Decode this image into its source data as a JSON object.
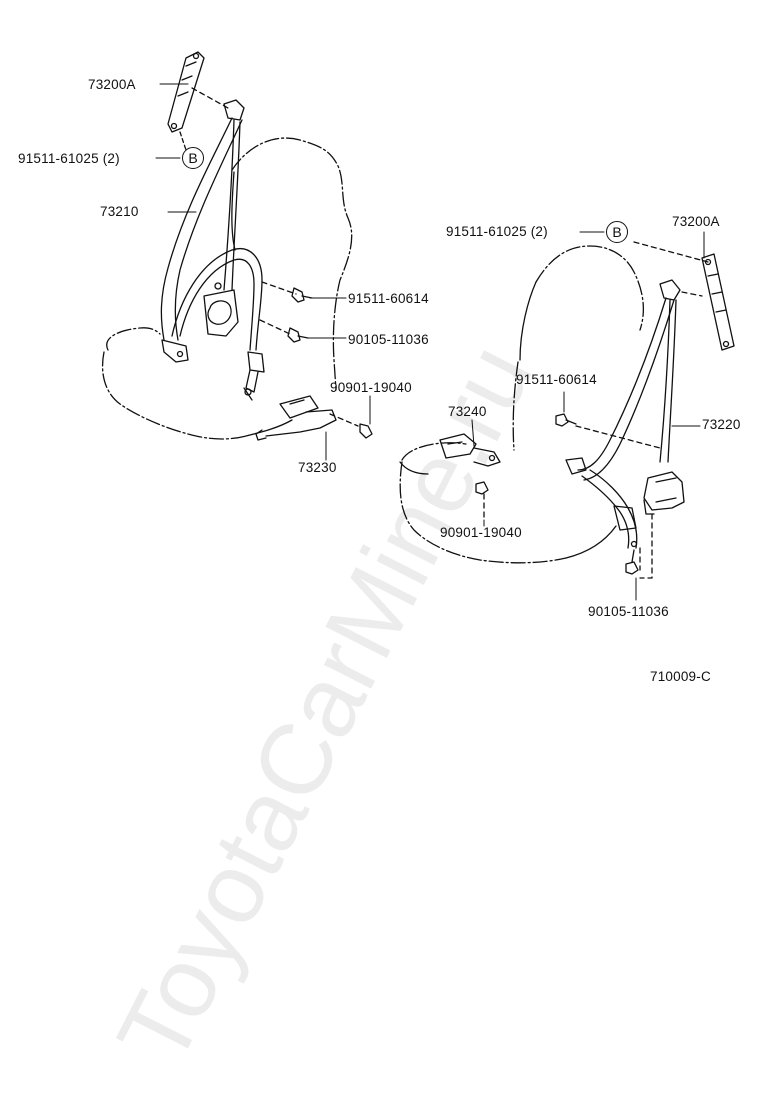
{
  "left_assembly": {
    "anchor_part": "73200A",
    "bolt_b": "91511-61025 (2)",
    "badge": "B",
    "belt": "73210",
    "bolt_upper": "91511-60614",
    "bolt_lower": "90105-11036",
    "buckle_bolt": "90901-19040",
    "buckle": "73230"
  },
  "right_assembly": {
    "bolt_b": "91511-61025 (2)",
    "badge": "B",
    "anchor_part": "73200A",
    "bolt_upper": "91511-60614",
    "buckle": "73240",
    "belt": "73220",
    "buckle_bolt": "90901-19040",
    "bolt_lower": "90105-11036"
  },
  "diagram_code": "710009-C",
  "watermark": "ToyotaCarMine.ru",
  "colors": {
    "line": "#111111",
    "background": "#ffffff"
  }
}
